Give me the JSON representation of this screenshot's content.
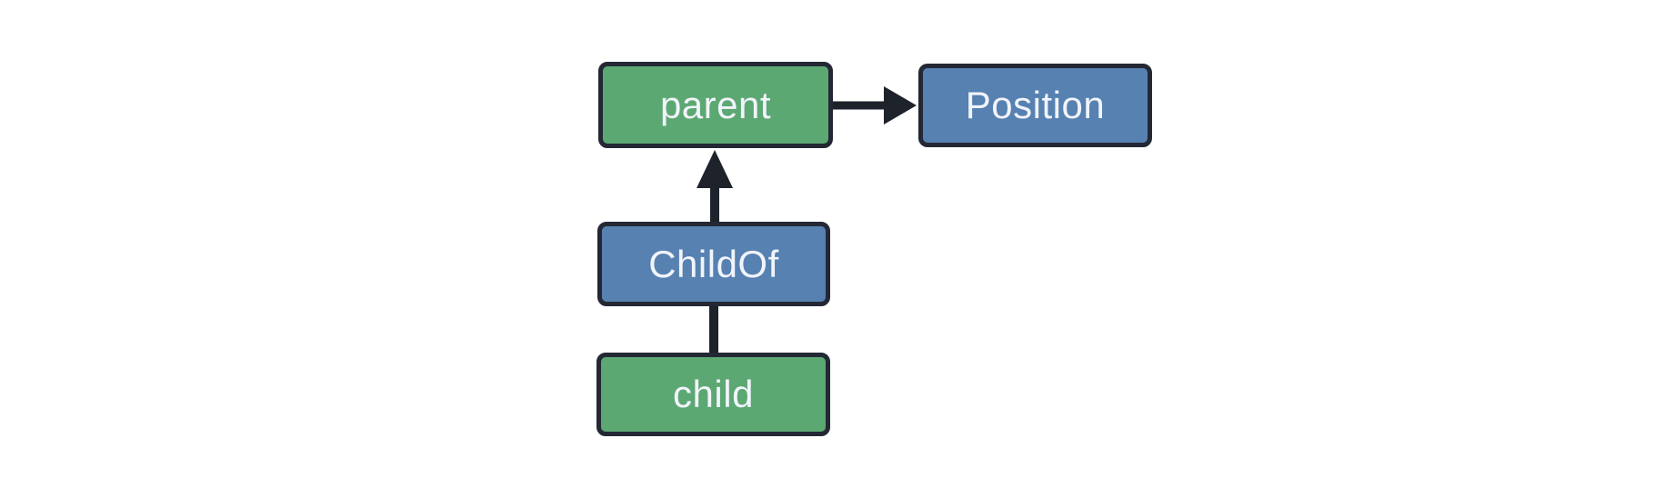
{
  "diagram": {
    "description": "Entity-relationship diagram showing a child entity with a ChildOf relationship to a parent entity, which has a Position component",
    "nodes": [
      {
        "id": "parent",
        "label": "parent",
        "kind": "entity"
      },
      {
        "id": "Position",
        "label": "Position",
        "kind": "component"
      },
      {
        "id": "ChildOf",
        "label": "ChildOf",
        "kind": "relationship"
      },
      {
        "id": "child",
        "label": "child",
        "kind": "entity"
      }
    ],
    "edges": [
      {
        "from": "parent",
        "to": "Position",
        "style": "arrow"
      },
      {
        "from": "ChildOf",
        "to": "parent",
        "style": "arrow"
      },
      {
        "from": "child",
        "to": "ChildOf",
        "style": "plain-line"
      }
    ]
  },
  "colors": {
    "entity_fill": "#5CA873",
    "component_fill": "#5681B1",
    "node_border": "#232834",
    "edge_color": "#1E222B",
    "label_color": "#F2F4FB",
    "background": "#FFFFFF"
  }
}
